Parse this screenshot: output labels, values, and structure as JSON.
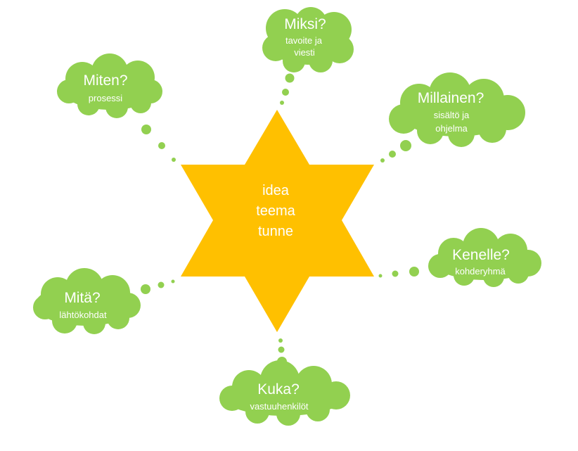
{
  "colors": {
    "star": "#ffc000",
    "cloud": "#92d050",
    "text": "#ffffff",
    "background": "#ffffff"
  },
  "center": {
    "words": [
      "idea",
      "teema",
      "tunne"
    ]
  },
  "clouds": [
    {
      "id": "miksi",
      "title": "Miksi?",
      "subtitle": [
        "tavoite ja",
        "viesti"
      ]
    },
    {
      "id": "millainen",
      "title": "Millainen?",
      "subtitle": [
        "sisältö ja",
        "ohjelma"
      ]
    },
    {
      "id": "kenelle",
      "title": "Kenelle?",
      "subtitle": [
        "kohderyhmä"
      ]
    },
    {
      "id": "kuka",
      "title": "Kuka?",
      "subtitle": [
        "vastuuhenkilöt"
      ]
    },
    {
      "id": "mita",
      "title": "Mitä?",
      "subtitle": [
        "lähtökohdat"
      ]
    },
    {
      "id": "miten",
      "title": "Miten?",
      "subtitle": [
        "prosessi"
      ]
    }
  ]
}
